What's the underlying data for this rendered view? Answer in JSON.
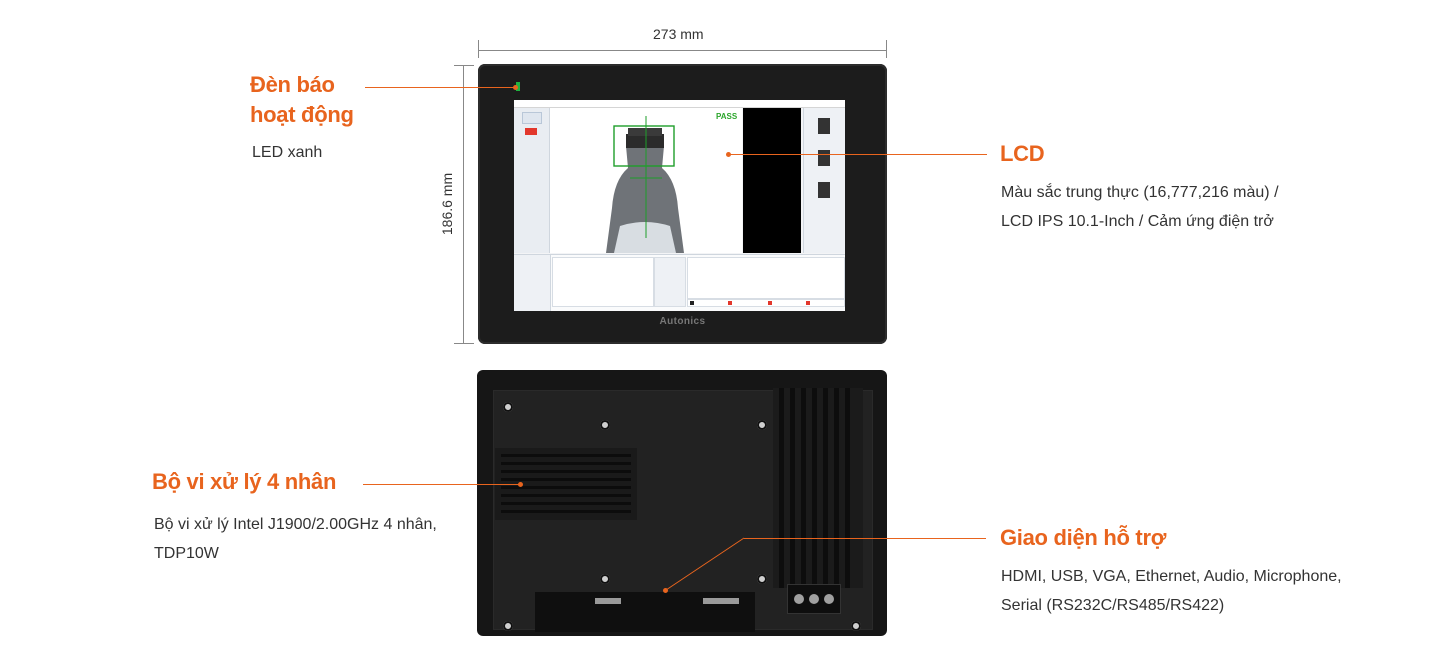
{
  "dimensions": {
    "width_label": "273 mm",
    "height_label": "186.6 mm"
  },
  "callouts": {
    "led": {
      "title": "Đèn báo\nhoạt động",
      "desc": "LED xanh"
    },
    "lcd": {
      "title": "LCD",
      "desc": "Màu sắc trung thực (16,777,216 màu) /\nLCD IPS 10.1-Inch / Cảm ứng điện trở"
    },
    "cpu": {
      "title": "Bộ vi xử lý 4 nhân",
      "desc": "Bộ vi xử lý Intel J1900/2.00GHz 4 nhân,\nTDP10W"
    },
    "io": {
      "title": "Giao diện hỗ trợ",
      "desc": "HDMI, USB, VGA, Ethernet, Audio, Microphone,\nSerial (RS232C/RS485/RS422)"
    }
  },
  "device": {
    "brand": "Autonics",
    "screen_status": "PASS"
  },
  "colors": {
    "accent": "#e8641e",
    "led": "#1fb340",
    "pass": "#2aa52a"
  }
}
